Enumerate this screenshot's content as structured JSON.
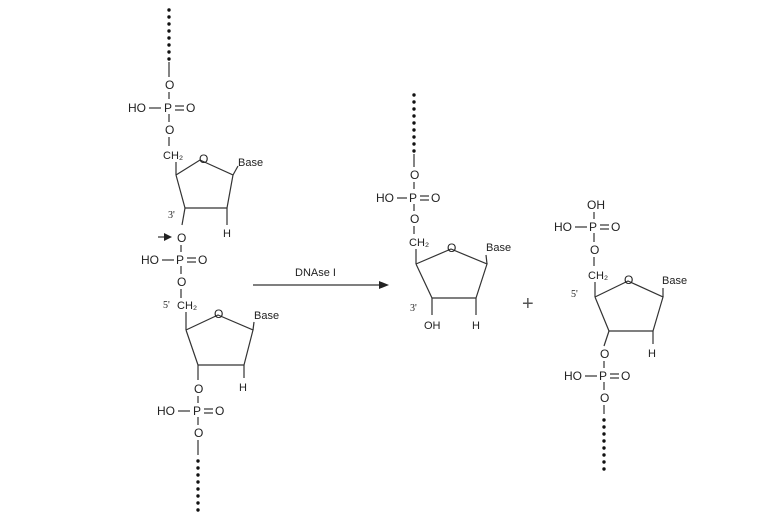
{
  "reactant": {
    "phosphate_top": {
      "ho": "HO",
      "p": "P",
      "o_double": "O",
      "o_up": "O",
      "o_down": "O"
    },
    "ch2": "CH₂",
    "ring_o": "O",
    "base": "Base",
    "prime3": "3'",
    "h": "H",
    "phosphate_mid": {
      "ho": "HO",
      "p": "P",
      "o_double": "O",
      "o_up": "O",
      "o_down": "O"
    },
    "prime5": "5'",
    "ch2_2": "CH₂",
    "ring_o_2": "O",
    "base_2": "Base",
    "h_2": "H",
    "phosphate_bottom": {
      "ho": "HO",
      "p": "P",
      "o_double": "O",
      "o_up": "O",
      "o_down": "O"
    }
  },
  "arrow": {
    "enzyme": "DNAse I"
  },
  "product1": {
    "phosphate": {
      "ho": "HO",
      "p": "P",
      "o_double": "O",
      "o_up": "O",
      "o_down": "O"
    },
    "ch2": "CH₂",
    "ring_o": "O",
    "base": "Base",
    "prime3": "3'",
    "oh": "OH",
    "h": "H"
  },
  "plus": "+",
  "product2": {
    "phosphate_top": {
      "oh": "OH",
      "ho": "HO",
      "p": "P",
      "o_double": "O",
      "o_down": "O"
    },
    "ch2": "CH₂",
    "ring_o": "O",
    "base": "Base",
    "prime5": "5'",
    "h": "H",
    "phosphate_bottom": {
      "ho": "HO",
      "p": "P",
      "o_double": "O",
      "o_up": "O",
      "o_down": "O"
    }
  }
}
